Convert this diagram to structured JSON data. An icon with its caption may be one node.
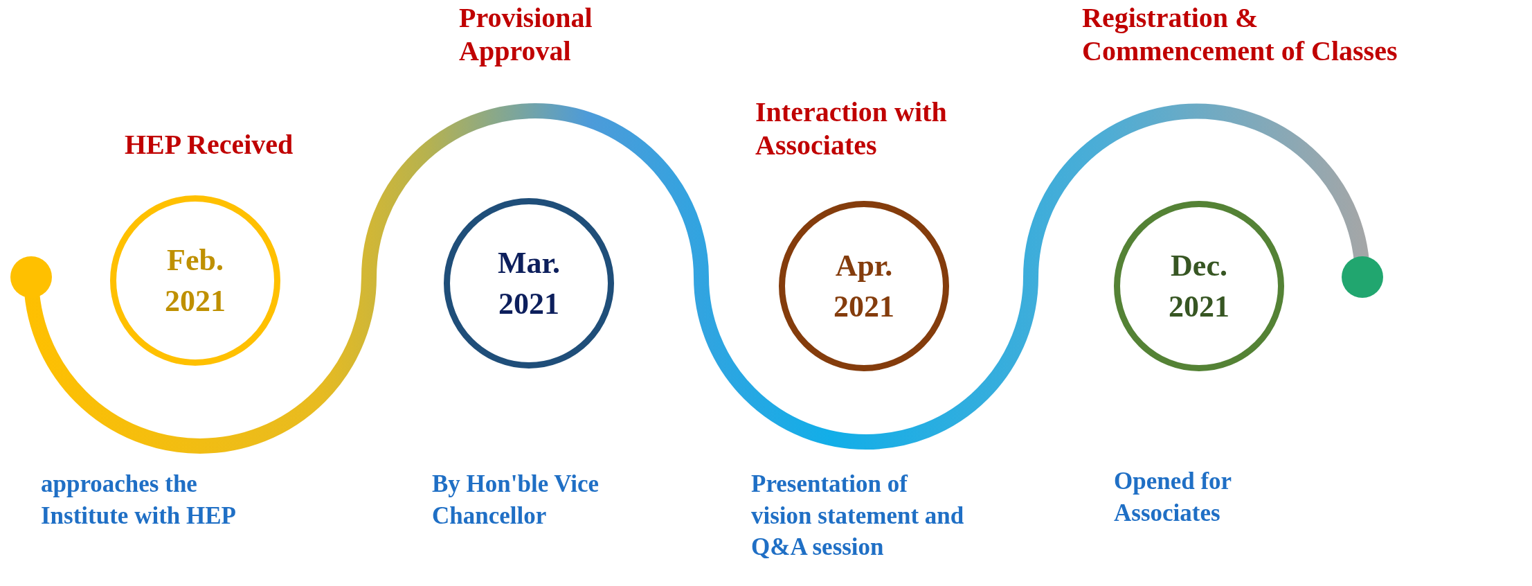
{
  "diagram": {
    "nodes": [
      {
        "text": [
          "Feb. 2021"
        ],
        "beside": [
          "HEP Received"
        ]
      },
      {
        "text": [
          "Mar. 2021"
        ]
      },
      {
        "text": [
          "Apr. 2021"
        ],
        "beside": [
          "Interaction with Associates"
        ]
      },
      {
        "text": [
          "Dec. 2021"
        ]
      }
    ],
    "labels": [
      "Provisional Approval",
      "Registration & Commencement of Classes",
      "approaches the Institute with HEP",
      "By Hon'ble Vice Chancellor",
      "Presentation of vision statement and Q&A session",
      "Opened for Associates"
    ]
  }
}
